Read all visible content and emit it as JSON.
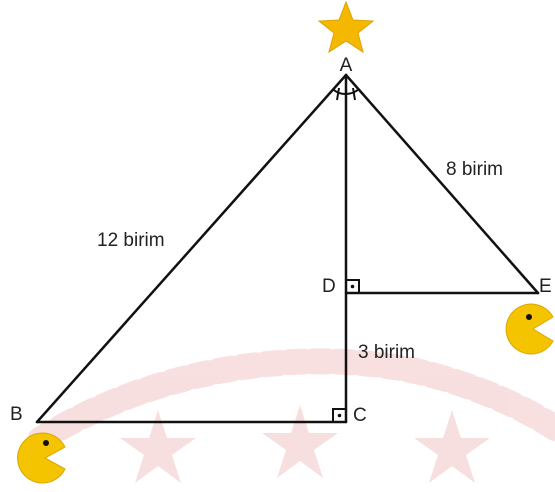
{
  "points": {
    "A": {
      "label": "A"
    },
    "B": {
      "label": "B"
    },
    "C": {
      "label": "C"
    },
    "D": {
      "label": "D"
    },
    "E": {
      "label": "E"
    }
  },
  "measures": {
    "AB": "12 birim",
    "AE": "8 birim",
    "DC": "3 birim"
  },
  "icons": [
    "star-icon",
    "pacman-icon",
    "pacman-icon"
  ],
  "colors": {
    "line": "#111111",
    "label": "#222222",
    "star": "#f5b800",
    "pacman": "#f5c400",
    "watermark": "#f3c6c6"
  }
}
